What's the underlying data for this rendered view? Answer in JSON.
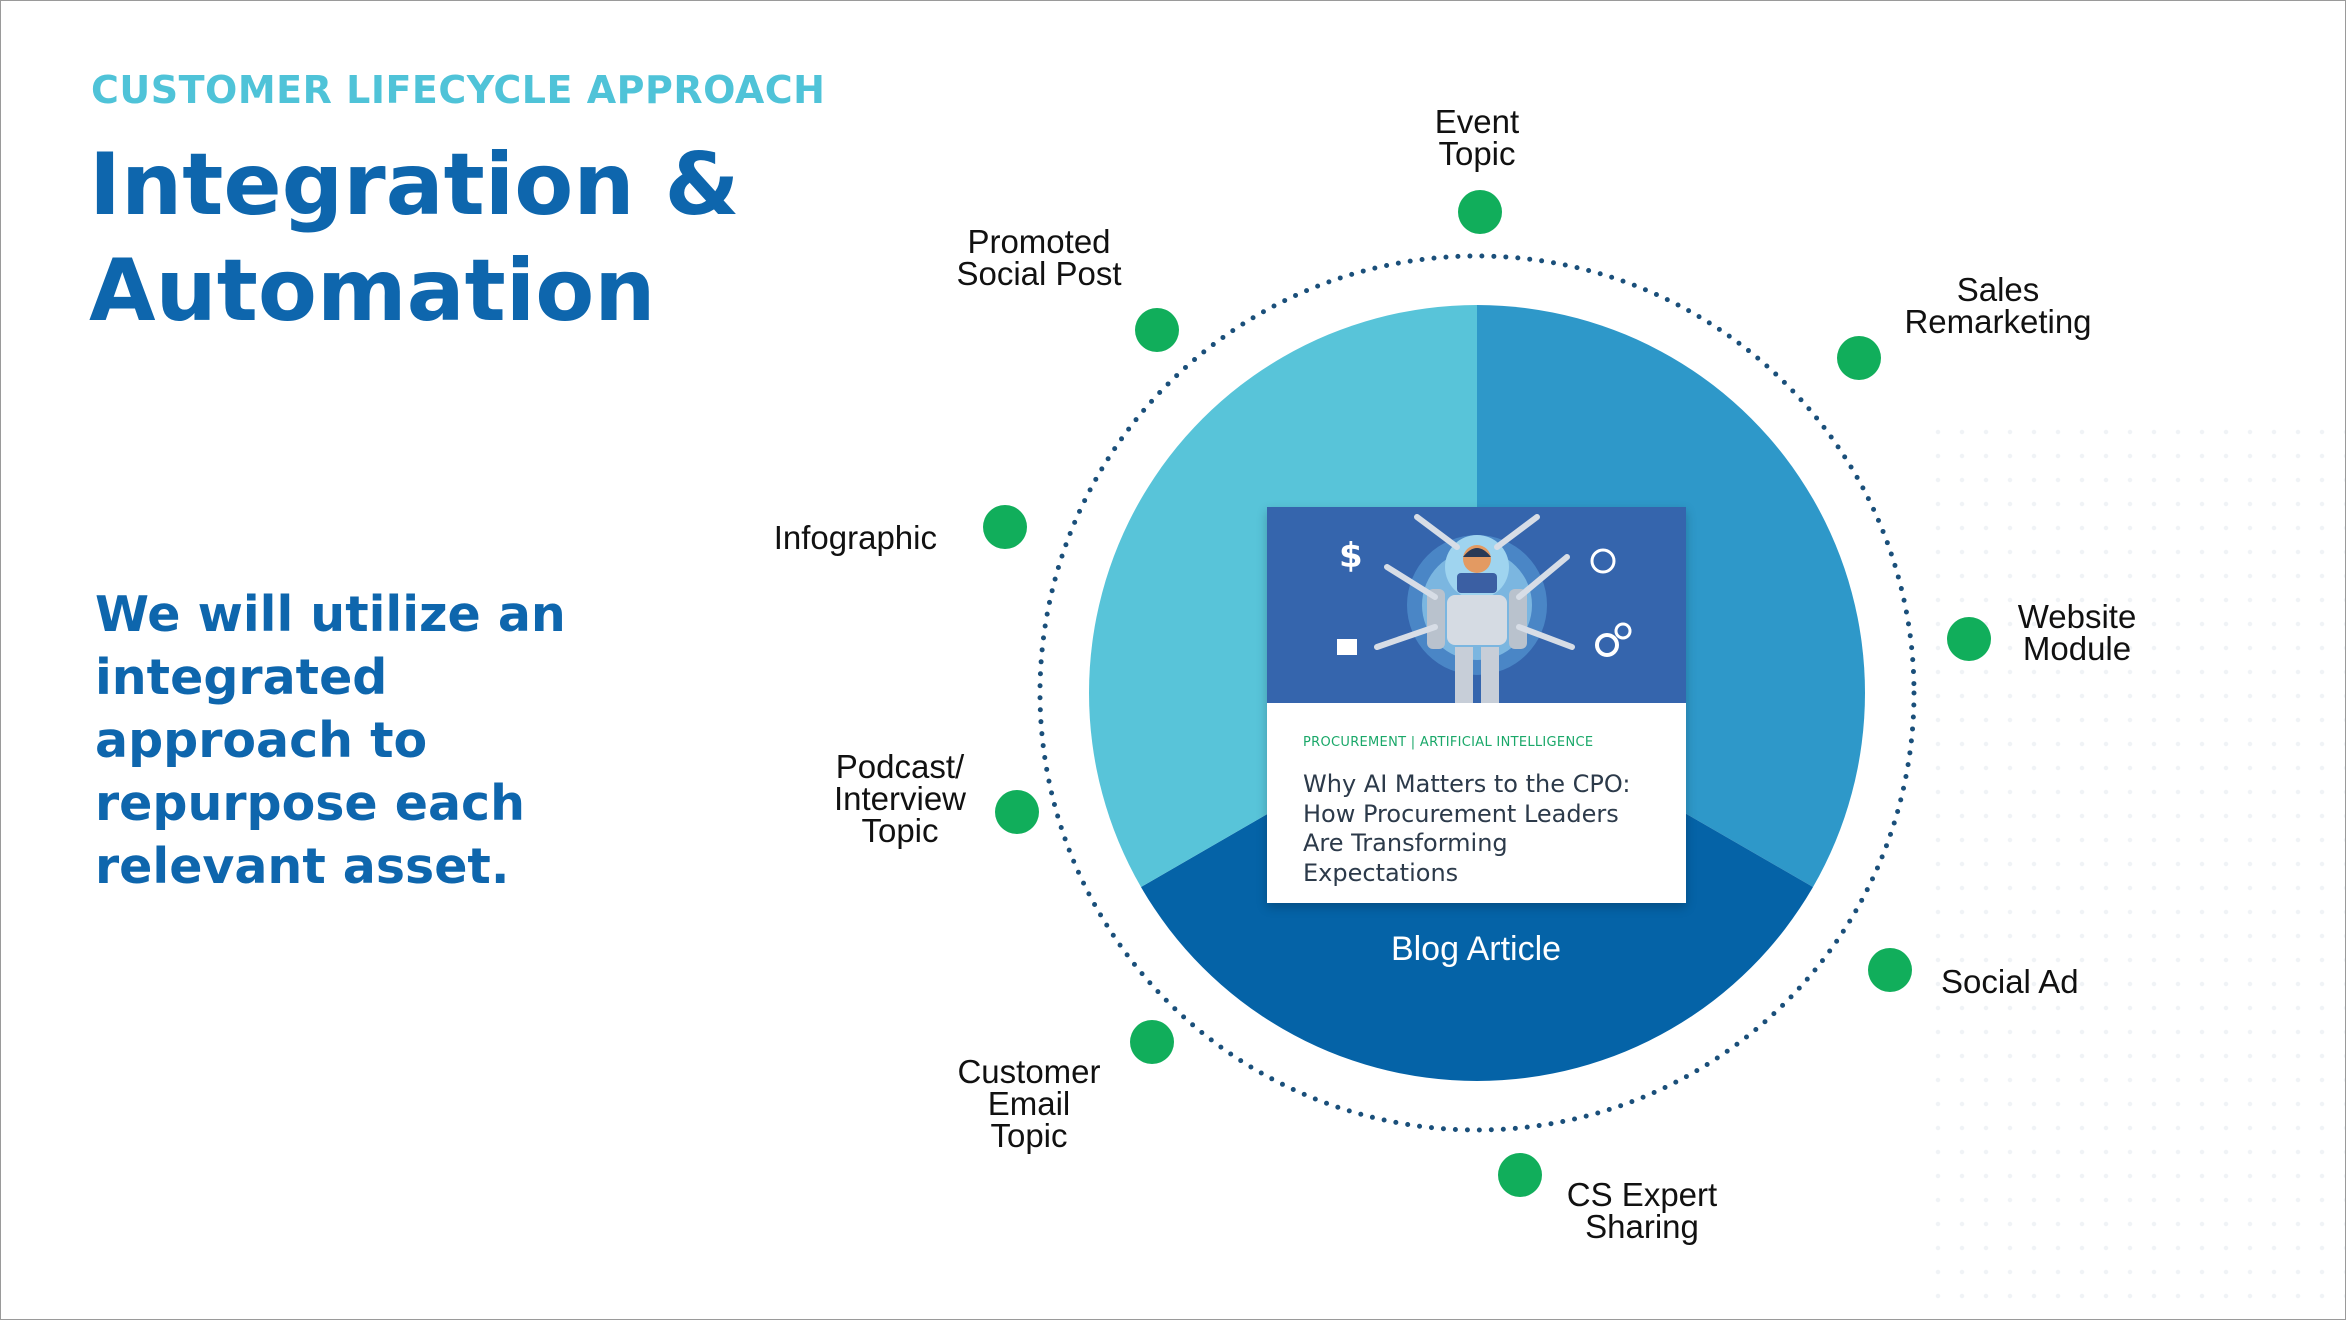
{
  "eyebrow": "CUSTOMER LIFECYCLE APPROACH",
  "title": "Integration & Automation",
  "body": "We will utilize an integrated approach to repurpose each relevant asset.",
  "colors": {
    "eyebrow": "#4fc3d8",
    "heading": "#0e66ad",
    "segment_light": "#58c4d9",
    "segment_mid": "#2e98c9",
    "segment_dark": "#0563a7",
    "node_dot": "#11ae5b",
    "dotted_ring": "#1a4f7a"
  },
  "center": {
    "label": "Blog Article",
    "card": {
      "category": "PROCUREMENT | ARTIFICIAL INTELLIGENCE",
      "headline": "Why AI Matters to the CPO: How Procurement Leaders Are Transforming Expectations",
      "image": "robot-illustration"
    }
  },
  "nodes": [
    {
      "lines": [
        "Event",
        "Topic"
      ]
    },
    {
      "lines": [
        "Sales",
        "Remarketing"
      ]
    },
    {
      "lines": [
        "Website",
        "Module"
      ]
    },
    {
      "lines": [
        "Social Ad"
      ]
    },
    {
      "lines": [
        "CS Expert",
        "Sharing"
      ]
    },
    {
      "lines": [
        "Customer",
        "Email",
        "Topic"
      ]
    },
    {
      "lines": [
        "Podcast/",
        "Interview",
        "Topic"
      ]
    },
    {
      "lines": [
        "Infographic"
      ]
    },
    {
      "lines": [
        "Promoted",
        "Social Post"
      ]
    }
  ]
}
